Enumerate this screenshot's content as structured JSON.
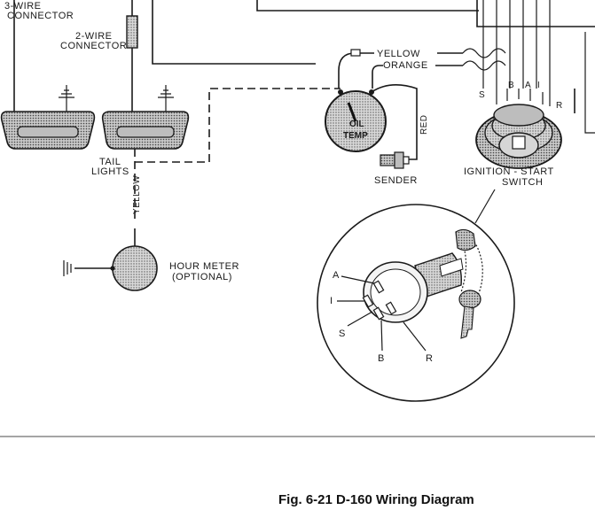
{
  "labels": {
    "wire_connector_top": "3-WIRE",
    "connector_1": "CONNECTOR",
    "two_wire_1": "2-WIRE",
    "connector_2": "CONNECTOR",
    "tail_1": "TAIL",
    "tail_2": "LIGHTS",
    "yellow_vertical": "YELLOW",
    "yellow_top": "YELLOW",
    "orange": "ORANGE",
    "red": "RED",
    "oil": "OIL",
    "temp": "TEMP",
    "sender": "SENDER",
    "ignition_1": "IGNITION - START",
    "ignition_2": "SWITCH",
    "hour_1": "HOUR METER",
    "hour_2": "(OPTIONAL)",
    "term_s": "S",
    "term_b": "B",
    "term_a": "A",
    "term_i": "I",
    "term_r": "R",
    "det_a": "A",
    "det_i": "I",
    "det_s": "S",
    "det_b": "B",
    "det_r": "R"
  },
  "caption": "Fig. 6-21  D-160 Wiring Diagram",
  "colors": {
    "ink": "#1a1a1a",
    "shade": "#9a9a9a"
  }
}
